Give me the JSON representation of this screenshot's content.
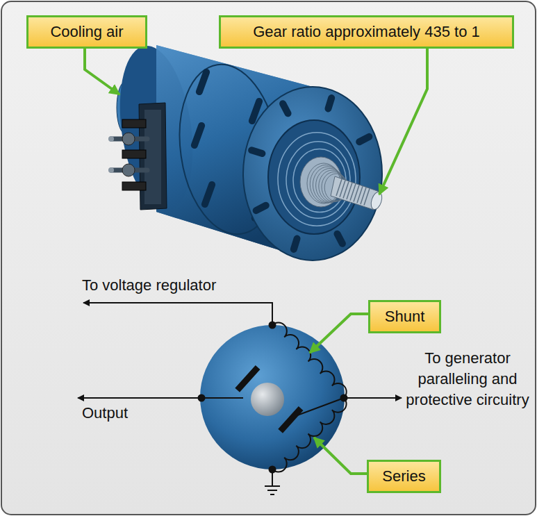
{
  "diagram": {
    "nodes": [
      {
        "text": [
          "Cooling air"
        ]
      },
      {
        "text": [
          "Gear ratio approximately 435 to 1"
        ]
      },
      {
        "text": [
          "Shunt"
        ]
      },
      {
        "text": [
          "Series"
        ]
      }
    ],
    "labels": [
      "To voltage regulator",
      "Output",
      "To generator paralleling and protective circuitry"
    ]
  }
}
